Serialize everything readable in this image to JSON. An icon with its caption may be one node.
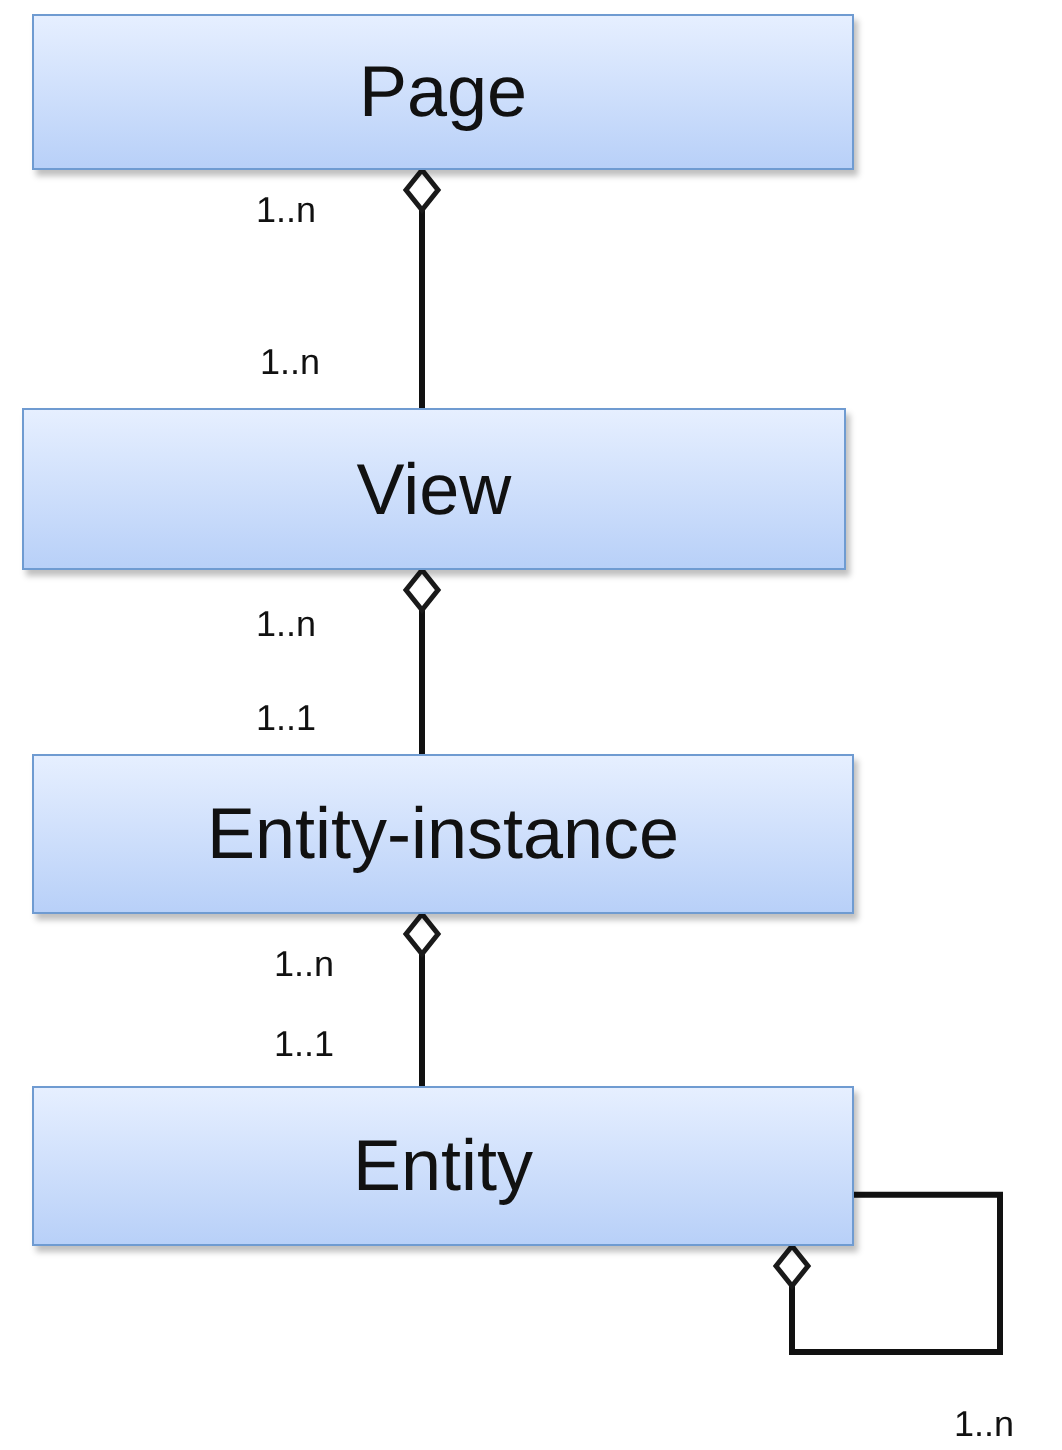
{
  "diagram": {
    "nodes": [
      {
        "text": [
          "Page"
        ]
      },
      {
        "text": [
          "View"
        ]
      },
      {
        "text": [
          "Entity-instance"
        ]
      },
      {
        "text": [
          "Entity"
        ]
      }
    ],
    "edges": [
      {
        "from": 1,
        "to": 0,
        "arrow": "other"
      },
      {
        "from": 2,
        "to": 1,
        "arrow": "other"
      },
      {
        "from": 3,
        "to": 2,
        "arrow": "other"
      },
      {
        "from": 3,
        "to": 3,
        "arrow": "other"
      }
    ],
    "labels": [
      "1..n",
      "1..n",
      "1..n",
      "1..1",
      "1..n",
      "1..1",
      "1..n"
    ]
  }
}
